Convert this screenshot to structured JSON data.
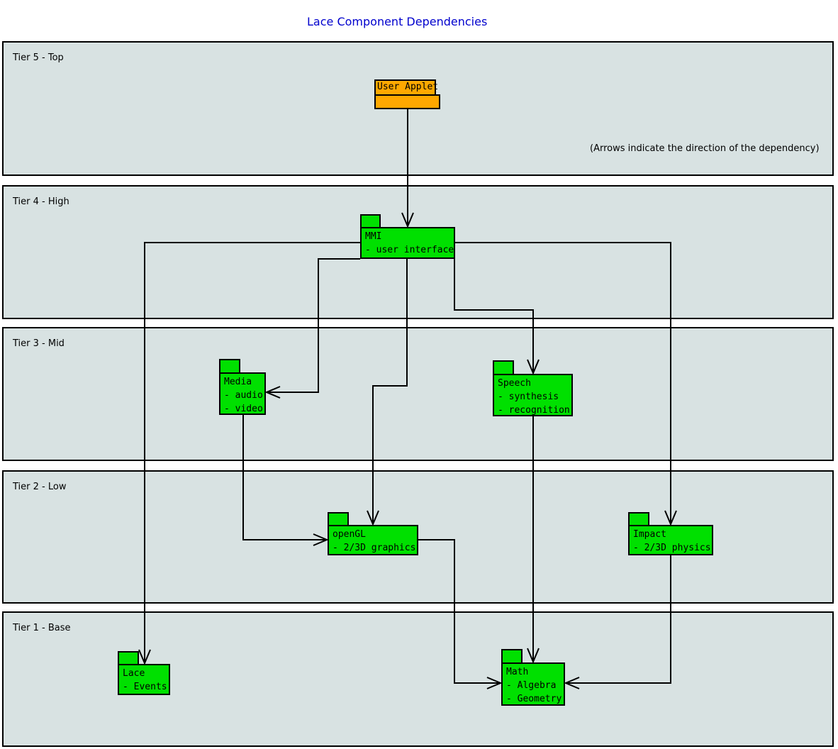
{
  "title": "Lace Component Dependencies",
  "note": "(Arrows indicate the direction of the dependency)",
  "colors": {
    "component_green": "#00e000",
    "component_orange": "#ffa800",
    "tier_fill": "#d8e2e2",
    "title_blue": "#0000cd",
    "line": "#000000"
  },
  "tiers": [
    {
      "label": "Tier 5 - Top"
    },
    {
      "label": "Tier 4 - High"
    },
    {
      "label": "Tier 3 - Mid"
    },
    {
      "label": "Tier 2 - Low"
    },
    {
      "label": "Tier 1 - Base"
    }
  ],
  "components": [
    {
      "id": "user-applet",
      "title": "User Applet",
      "items": []
    },
    {
      "id": "mmi",
      "title": "MMI",
      "items": [
        "- user interface"
      ]
    },
    {
      "id": "media",
      "title": "Media",
      "items": [
        "- audio",
        "- video"
      ]
    },
    {
      "id": "speech",
      "title": "Speech",
      "items": [
        "- synthesis",
        "- recognition"
      ]
    },
    {
      "id": "opengl",
      "title": "openGL",
      "items": [
        "- 2/3D graphics"
      ]
    },
    {
      "id": "impact",
      "title": "Impact",
      "items": [
        "- 2/3D physics"
      ]
    },
    {
      "id": "lace",
      "title": "Lace",
      "items": [
        "- Events"
      ]
    },
    {
      "id": "math",
      "title": "Math",
      "items": [
        "- Algebra",
        "- Geometry"
      ]
    }
  ],
  "dependencies": [
    {
      "from": "User Applet",
      "to": "MMI"
    },
    {
      "from": "MMI",
      "to": "Media"
    },
    {
      "from": "MMI",
      "to": "Speech"
    },
    {
      "from": "MMI",
      "to": "openGL"
    },
    {
      "from": "MMI",
      "to": "Impact"
    },
    {
      "from": "MMI",
      "to": "Lace"
    },
    {
      "from": "Media",
      "to": "openGL"
    },
    {
      "from": "Speech",
      "to": "Math"
    },
    {
      "from": "openGL",
      "to": "Math"
    },
    {
      "from": "Impact",
      "to": "Math"
    }
  ]
}
